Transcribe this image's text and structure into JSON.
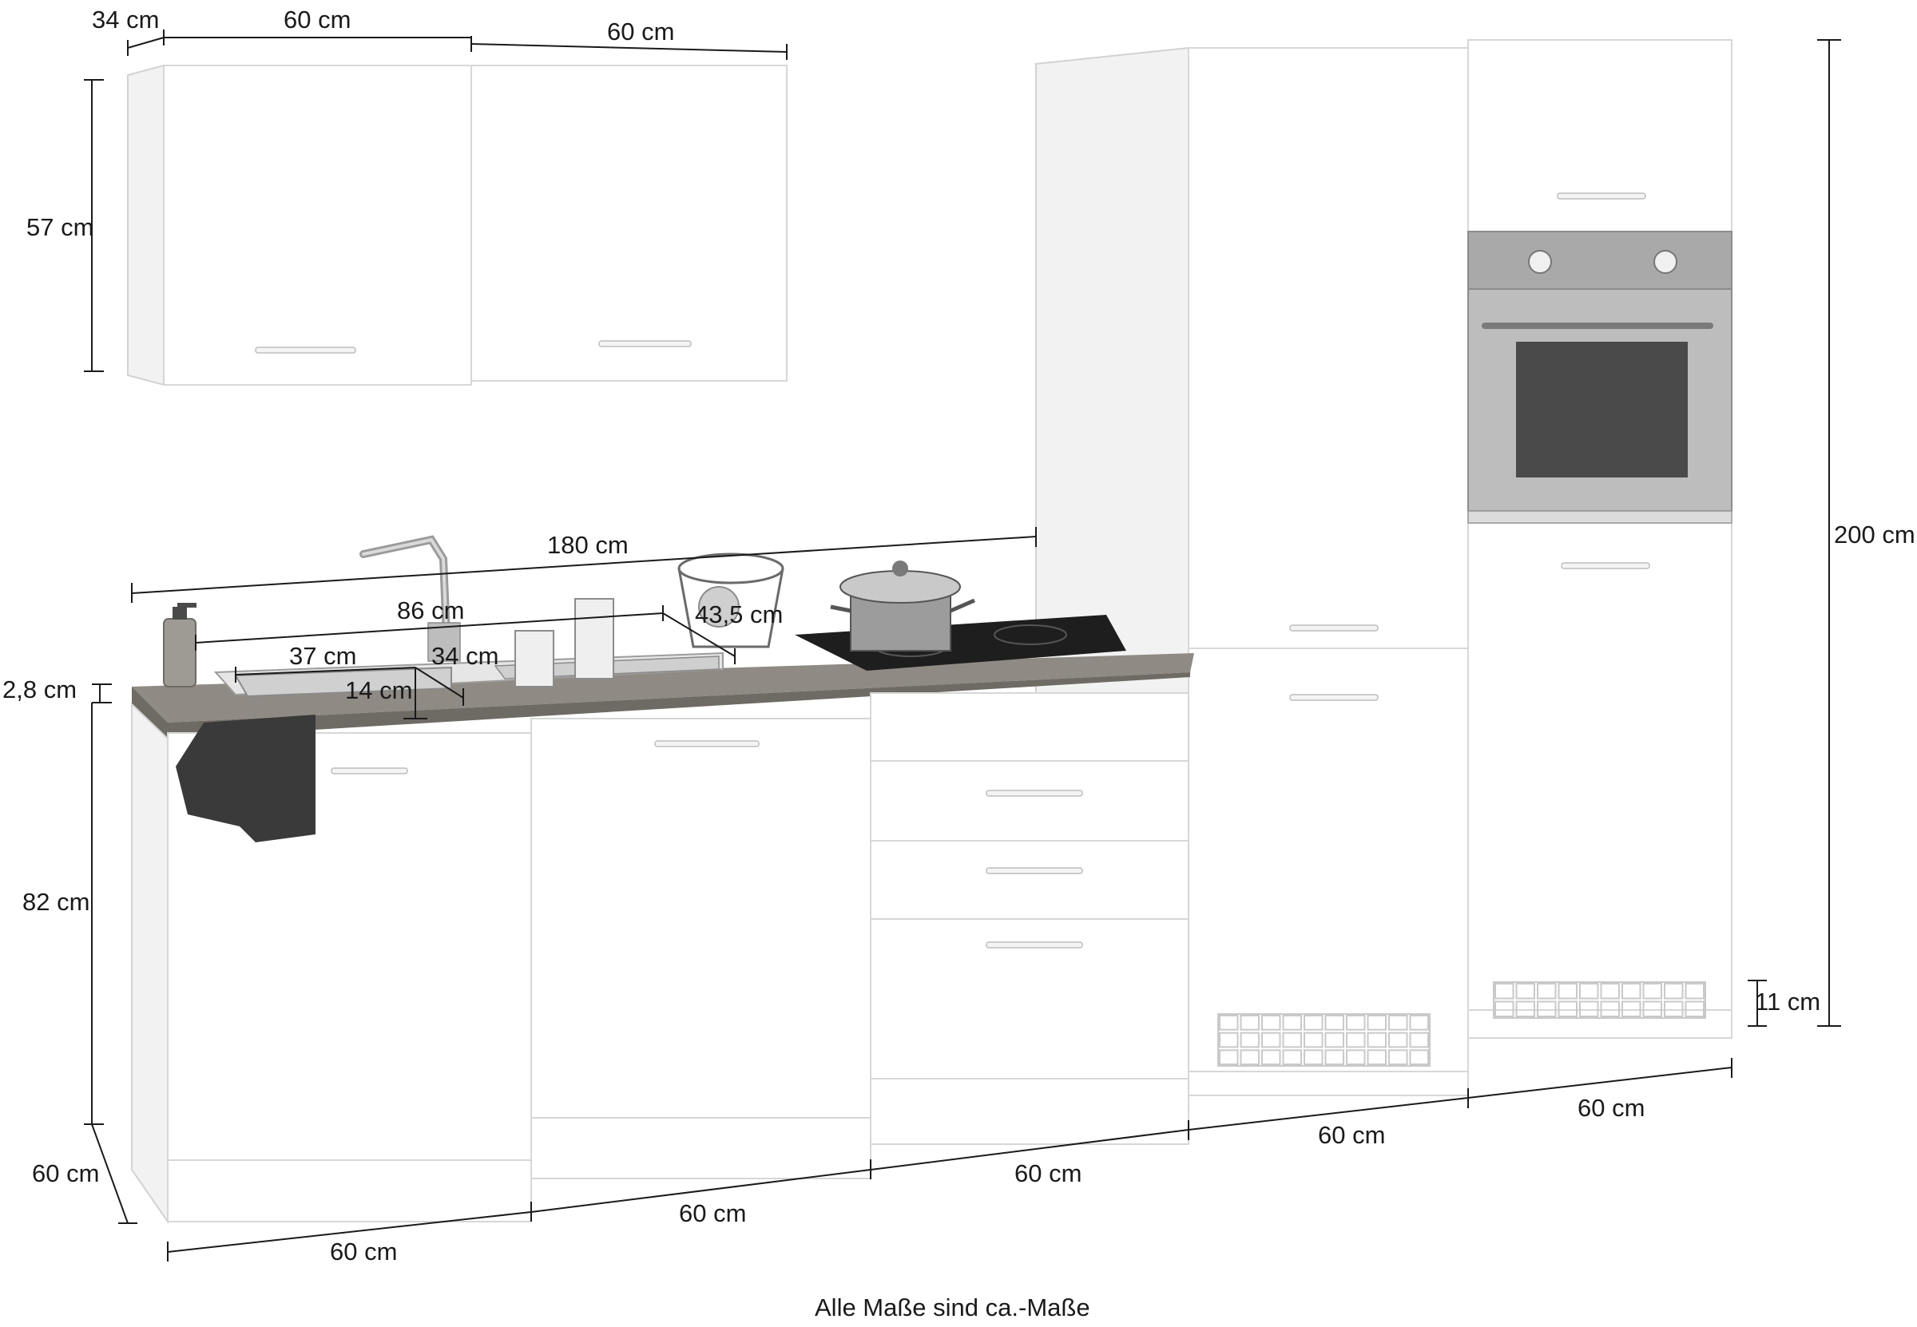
{
  "dimensions": {
    "wall_depth": "34 cm",
    "wall_width_left": "60 cm",
    "wall_width_right": "60 cm",
    "wall_height": "57 cm",
    "counter_total": "180 cm",
    "counter_sink_span": "86 cm",
    "tray_depth": "43,5 cm",
    "bowl_width": "37 cm",
    "drainer_width": "34 cm",
    "bowl_depth": "14 cm",
    "worktop_thickness": "2,8 cm",
    "base_height": "82 cm",
    "base_depth": "60 cm",
    "tall_height": "200 cm",
    "plinth_height": "11 cm",
    "base_w1": "60 cm",
    "base_w2": "60 cm",
    "base_w3": "60 cm",
    "base_w4": "60 cm",
    "base_w5": "60 cm"
  },
  "footer_note": "Alle Maße sind ca.-Maße",
  "colors": {
    "worktop": "#8f8a83",
    "worktop_front": "#6e6a64",
    "oven_steel": "#a9a9a9",
    "oven_glass": "#4a4a4a",
    "cooktop": "#1e1e1e",
    "towel": "#3a3a3a",
    "line": "#1a1a1a"
  },
  "icons": {
    "faucet": "faucet-icon",
    "soap": "soap-dispenser-icon",
    "basket": "wire-basket-icon",
    "pot": "cooking-pot-icon",
    "towel": "tea-towel-icon",
    "knob": "knob-icon"
  }
}
